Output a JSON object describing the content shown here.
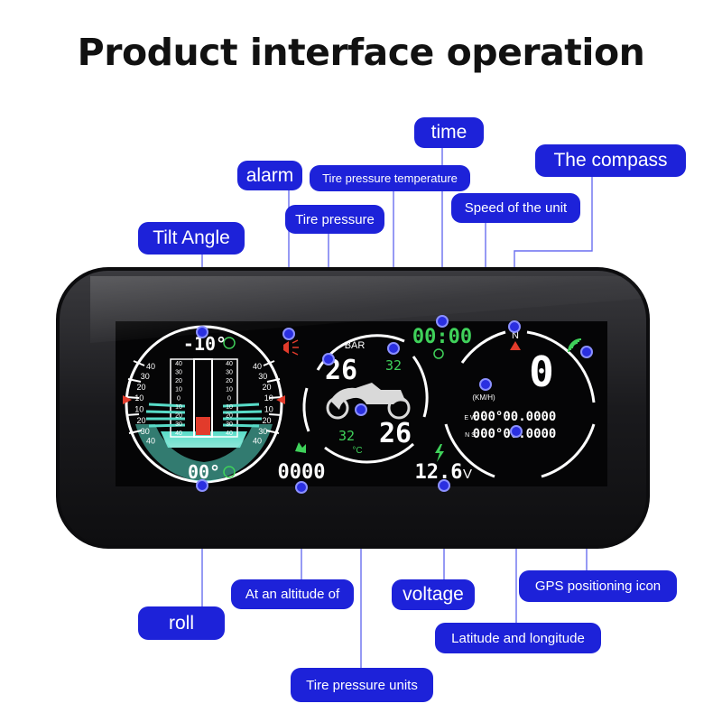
{
  "title": "Product interface operation",
  "callouts": {
    "time": "time",
    "compass": "The compass",
    "alarm": "alarm",
    "tire_pressure_temperature": "Tire pressure temperature",
    "tire_pressure": "Tire pressure",
    "speed": "Speed of the unit",
    "tilt_angle": "Tilt Angle",
    "altitude": "At an altitude of",
    "voltage": "voltage",
    "gps_icon": "GPS positioning icon",
    "roll": "roll",
    "lat_lon": "Latitude and longitude",
    "pressure_units": "Tire pressure units"
  },
  "display": {
    "tilt_value": "-10°",
    "roll_value": "00°",
    "altitude_value": "0000",
    "tire_unit_bar": "BAR",
    "tire_front_pressure": "26",
    "tire_front_temp": "32",
    "tire_rear_pressure": "26",
    "tire_rear_temp": "32",
    "temp_unit": "°C",
    "time_value": "00:00",
    "compass_n": "N",
    "speed_value": "0",
    "speed_unit": "(KM/H)",
    "lat_dir": "E W",
    "lat_value": "000°00.0000",
    "lon_dir": "N S",
    "lon_value": "000°00.0000",
    "voltage_value": "12.6",
    "voltage_unit": "V",
    "scale_left": [
      "40",
      "30",
      "20",
      "10",
      "10",
      "20",
      "30",
      "40"
    ],
    "scale_right": [
      "40",
      "30",
      "20",
      "10",
      "10",
      "20",
      "30",
      "40"
    ],
    "bar_scale": [
      "40",
      "30",
      "20",
      "10",
      "0",
      "10",
      "20",
      "30",
      "40"
    ]
  },
  "colors": {
    "callout_blue": "#1d22d9",
    "lcd_green": "#3fd15a",
    "lcd_teal": "#4fd6c4",
    "lcd_red": "#e23b2b",
    "device_body": "#161618"
  }
}
